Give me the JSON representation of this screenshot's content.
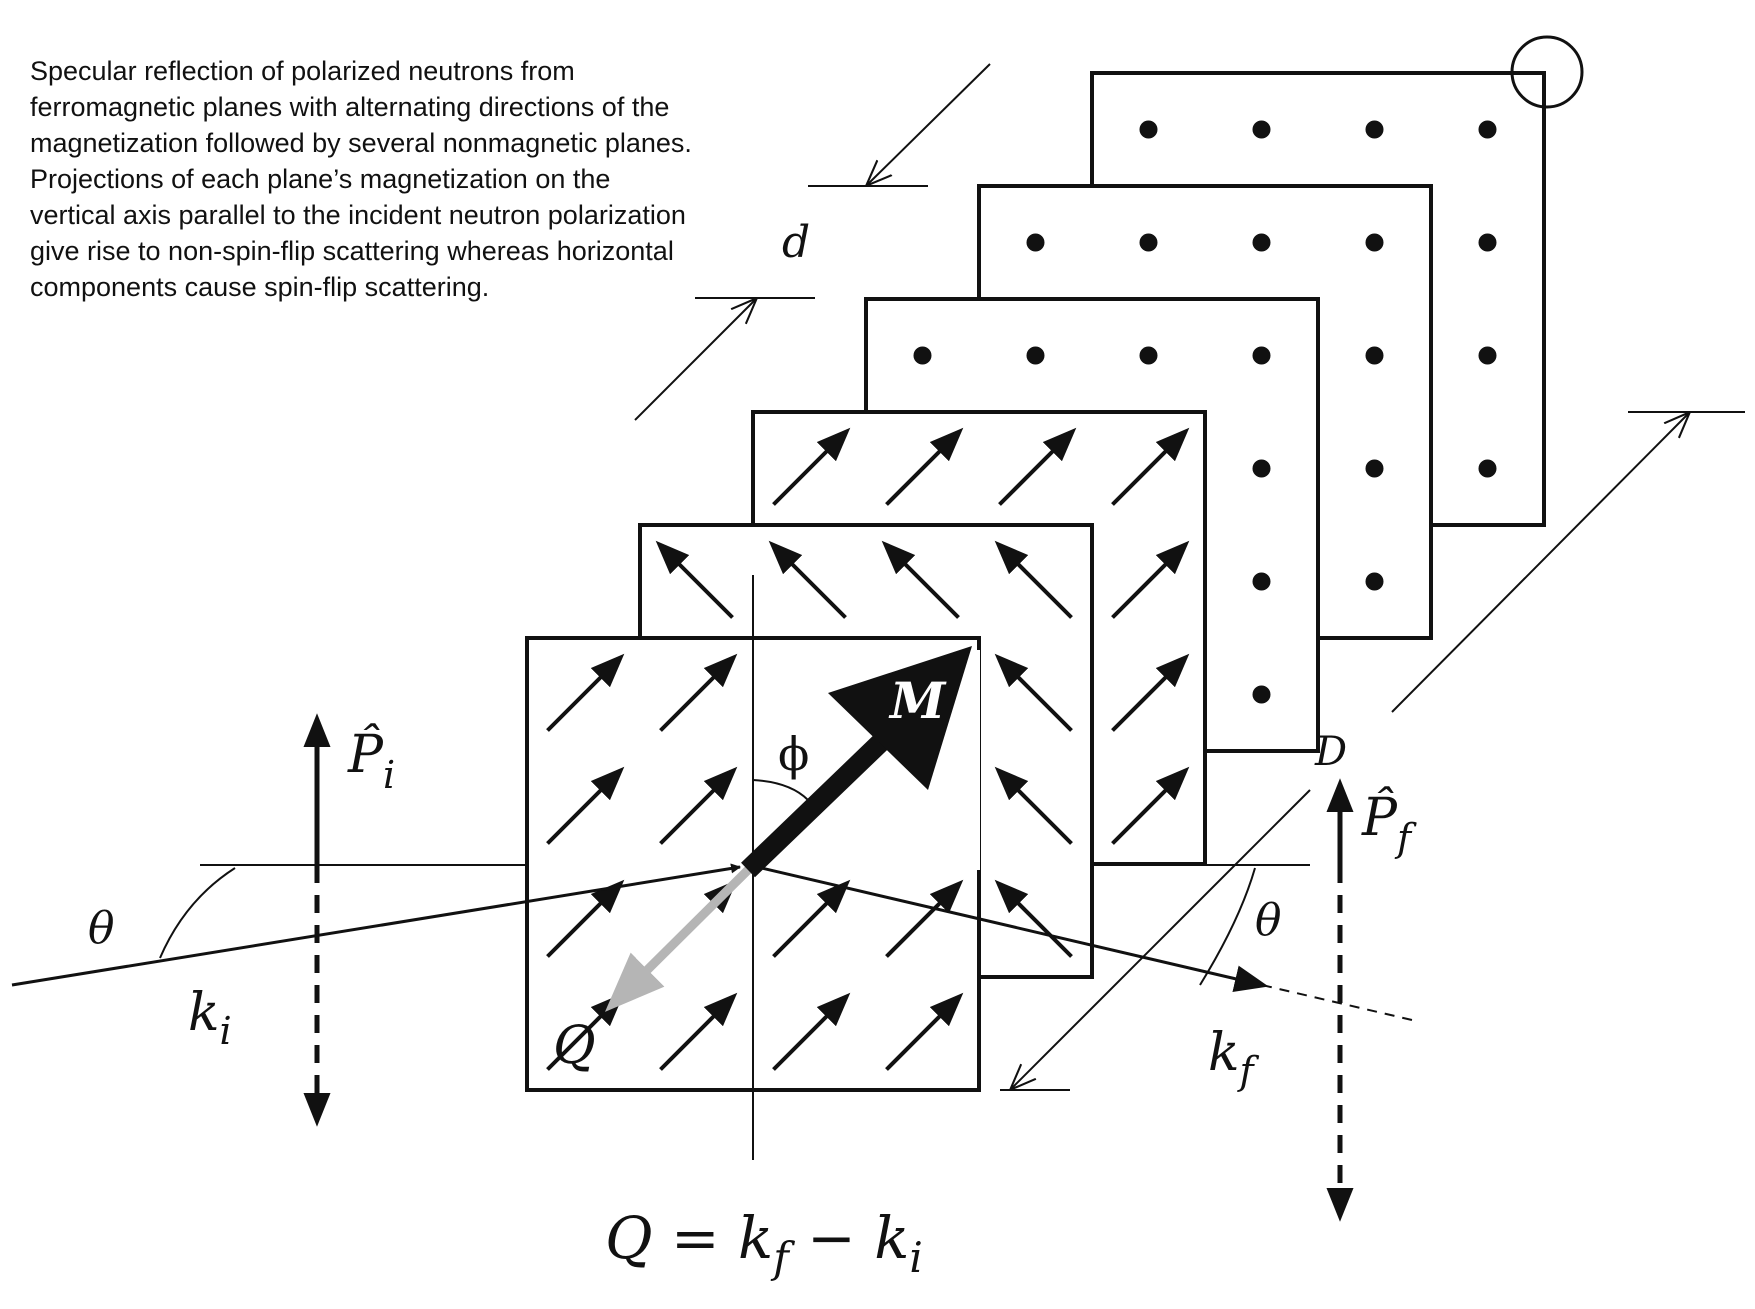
{
  "caption": {
    "lines": [
      "Specular reflection of polarized neutrons from",
      "ferromagnetic planes with alternating directions of the",
      "magnetization followed by several nonmagnetic planes.",
      "Projections of each plane’s magnetization on the",
      "vertical axis parallel to the incident neutron polarization",
      "give rise to non-spin-flip scattering whereas horizontal",
      "components cause spin-flip scattering."
    ]
  },
  "labels": {
    "d": "d",
    "D": "D",
    "M": "M",
    "phi": "ϕ",
    "theta_left": "θ",
    "theta_right": "θ",
    "P_i": "P̂",
    "P_i_sub": "i",
    "P_f": "P̂",
    "P_f_sub": "f",
    "k_i": "k",
    "k_i_sub": "i",
    "k_f": "k",
    "k_f_sub": "f",
    "Q": "Q",
    "equation": {
      "lhs": "Q",
      "eq": " = ",
      "k1": "k",
      "k1_sub": "f",
      "minus": " − ",
      "k2": "k",
      "k2_sub": "i"
    }
  },
  "planes": [
    {
      "name": "plane-1",
      "kind": "magnetic",
      "moment": "up-right"
    },
    {
      "name": "plane-2",
      "kind": "magnetic",
      "moment": "up-left"
    },
    {
      "name": "plane-3",
      "kind": "magnetic",
      "moment": "up-right"
    },
    {
      "name": "plane-4",
      "kind": "nonmagnetic",
      "moment": "dot"
    },
    {
      "name": "plane-5",
      "kind": "nonmagnetic",
      "moment": "dot"
    },
    {
      "name": "plane-6",
      "kind": "nonmagnetic",
      "moment": "dot"
    }
  ],
  "colors": {
    "ink": "#111111",
    "q_arrow": "#b5b5b5",
    "paper": "#ffffff"
  }
}
